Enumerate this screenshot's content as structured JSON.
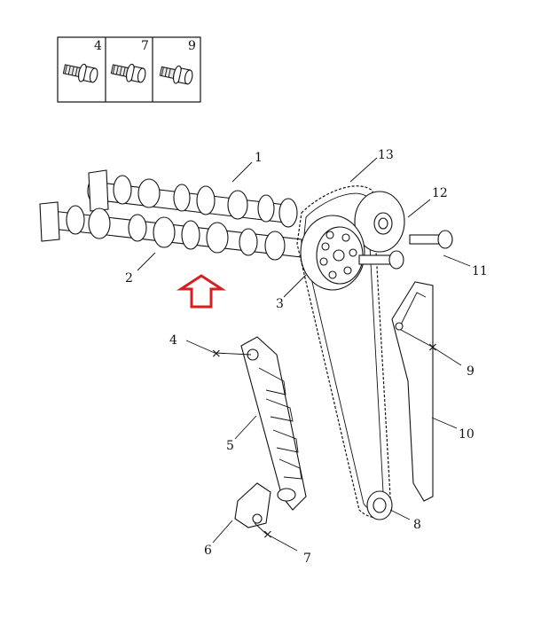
{
  "legend_box": {
    "cells": [
      {
        "label": "4",
        "icon": "bolt-icon"
      },
      {
        "label": "7",
        "icon": "bolt-icon"
      },
      {
        "label": "9",
        "icon": "bolt-icon"
      }
    ]
  },
  "callouts": {
    "c1": "1",
    "c2": "2",
    "c3": "3",
    "c4": "4",
    "c5": "5",
    "c6": "6",
    "c7": "7",
    "c8": "8",
    "c9": "9",
    "c10": "10",
    "c11": "11",
    "c12": "12",
    "c13": "13"
  },
  "colors": {
    "line": "#111111",
    "arrow": "#d42020",
    "background": "#ffffff"
  }
}
